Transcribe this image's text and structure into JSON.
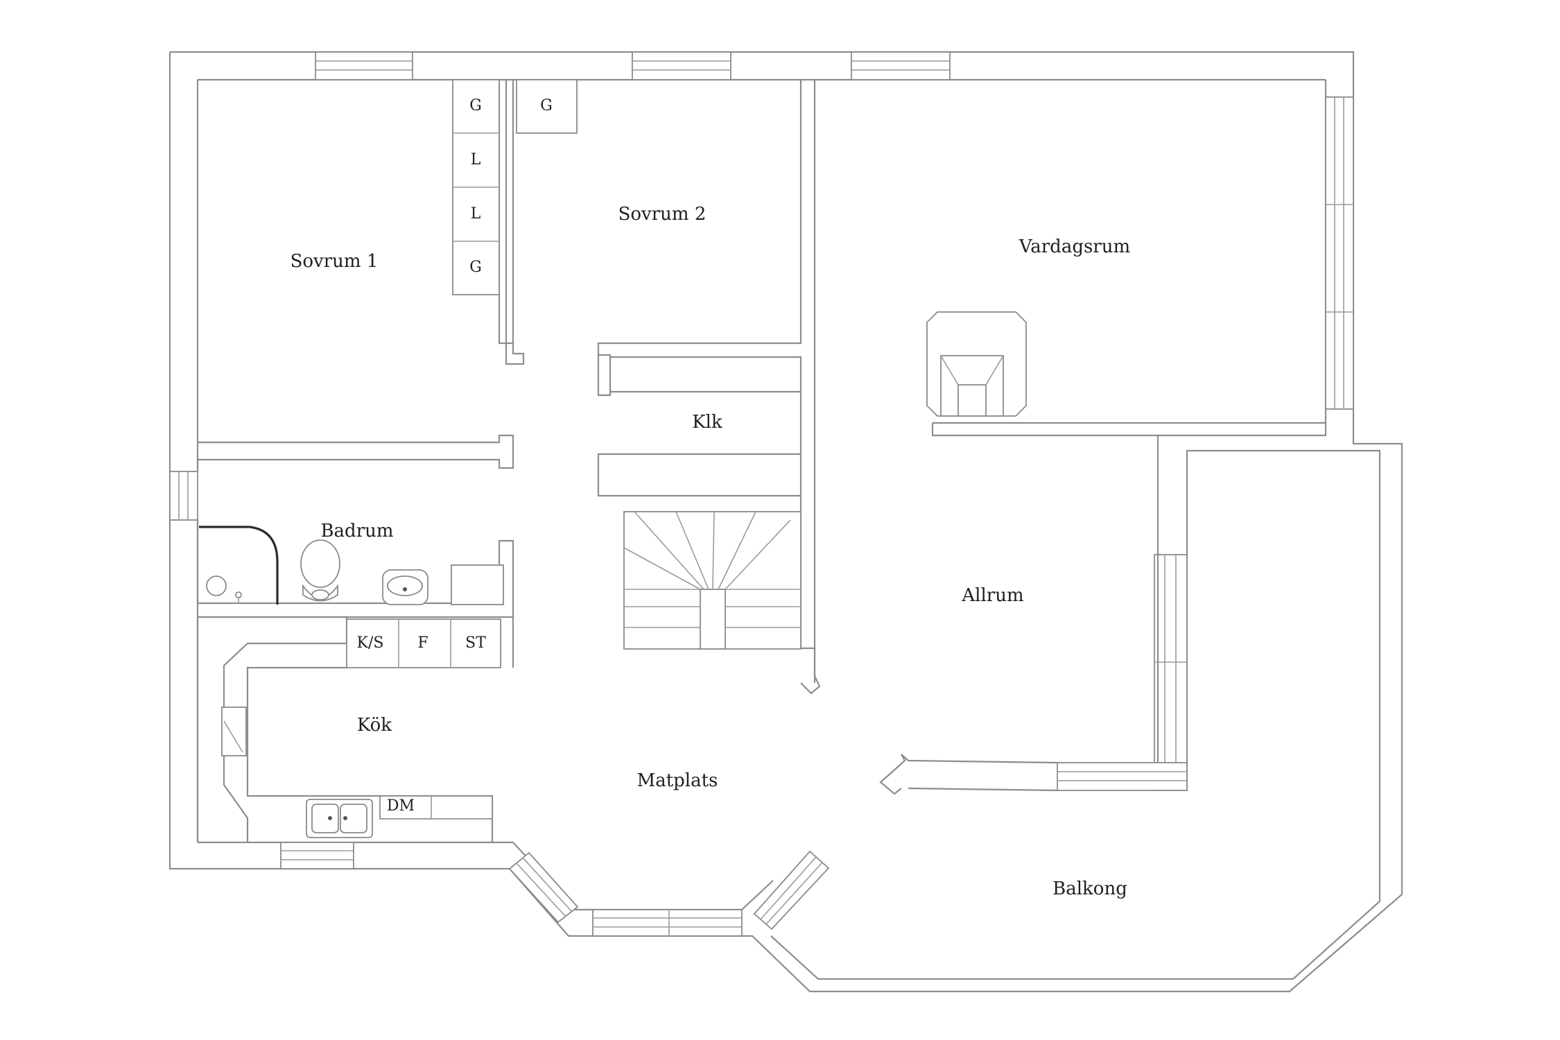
{
  "rooms": {
    "sovrum1": "Sovrum 1",
    "sovrum2": "Sovrum 2",
    "vardagsrum": "Vardagsrum",
    "klk": "Klk",
    "badrum": "Badrum",
    "allrum": "Allrum",
    "kok": "Kök",
    "matplats": "Matplats",
    "balkong": "Balkong"
  },
  "closets": {
    "wardrobe_g": "G",
    "wardrobe_l": "L"
  },
  "appliances": {
    "fridge_freezer": "K/S",
    "freezer": "F",
    "stove": "ST",
    "dishwasher": "DM"
  }
}
